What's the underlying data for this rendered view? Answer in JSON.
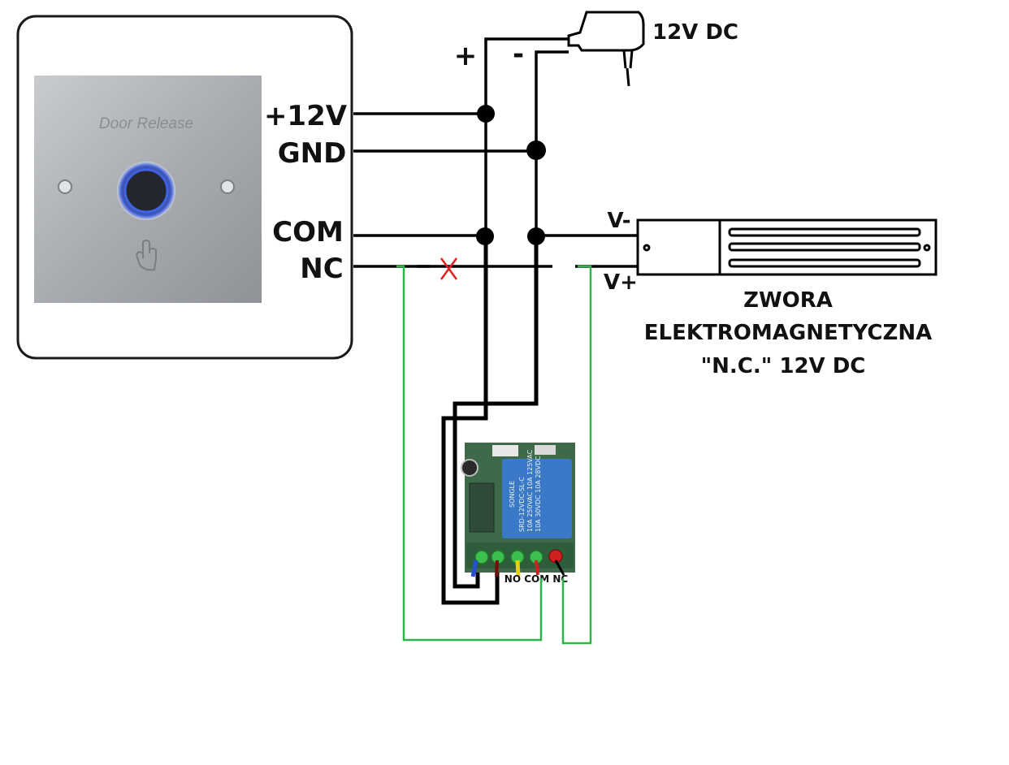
{
  "panel": {
    "brand_text": "Door Release"
  },
  "terminals": {
    "plus12v": "+12V",
    "gnd": "GND",
    "com": "COM",
    "nc": "NC"
  },
  "power_supply": {
    "label": "12V DC",
    "plus_sign": "+",
    "minus_sign": "-"
  },
  "magnet": {
    "v_minus": "V-",
    "v_plus": "V+",
    "caption_line1": "ZWORA",
    "caption_line2": "ELEKTROMAGNETYCZNA",
    "caption_line3": "\"N.C.\" 12V DC"
  },
  "relay": {
    "pins": "NO COM NC",
    "relay_text": [
      "SRD-12VDC-SL-C",
      "10A 250VAC  10A 125VAC",
      "10A 30VDC  10A 28VDC",
      "SONGLE"
    ]
  },
  "colors": {
    "wire_black": "#000000",
    "wire_green": "#2db34a",
    "cut_mark": "#e02020",
    "relay_blue": "#3a78c8",
    "pcb_green": "#3f6a4a"
  }
}
